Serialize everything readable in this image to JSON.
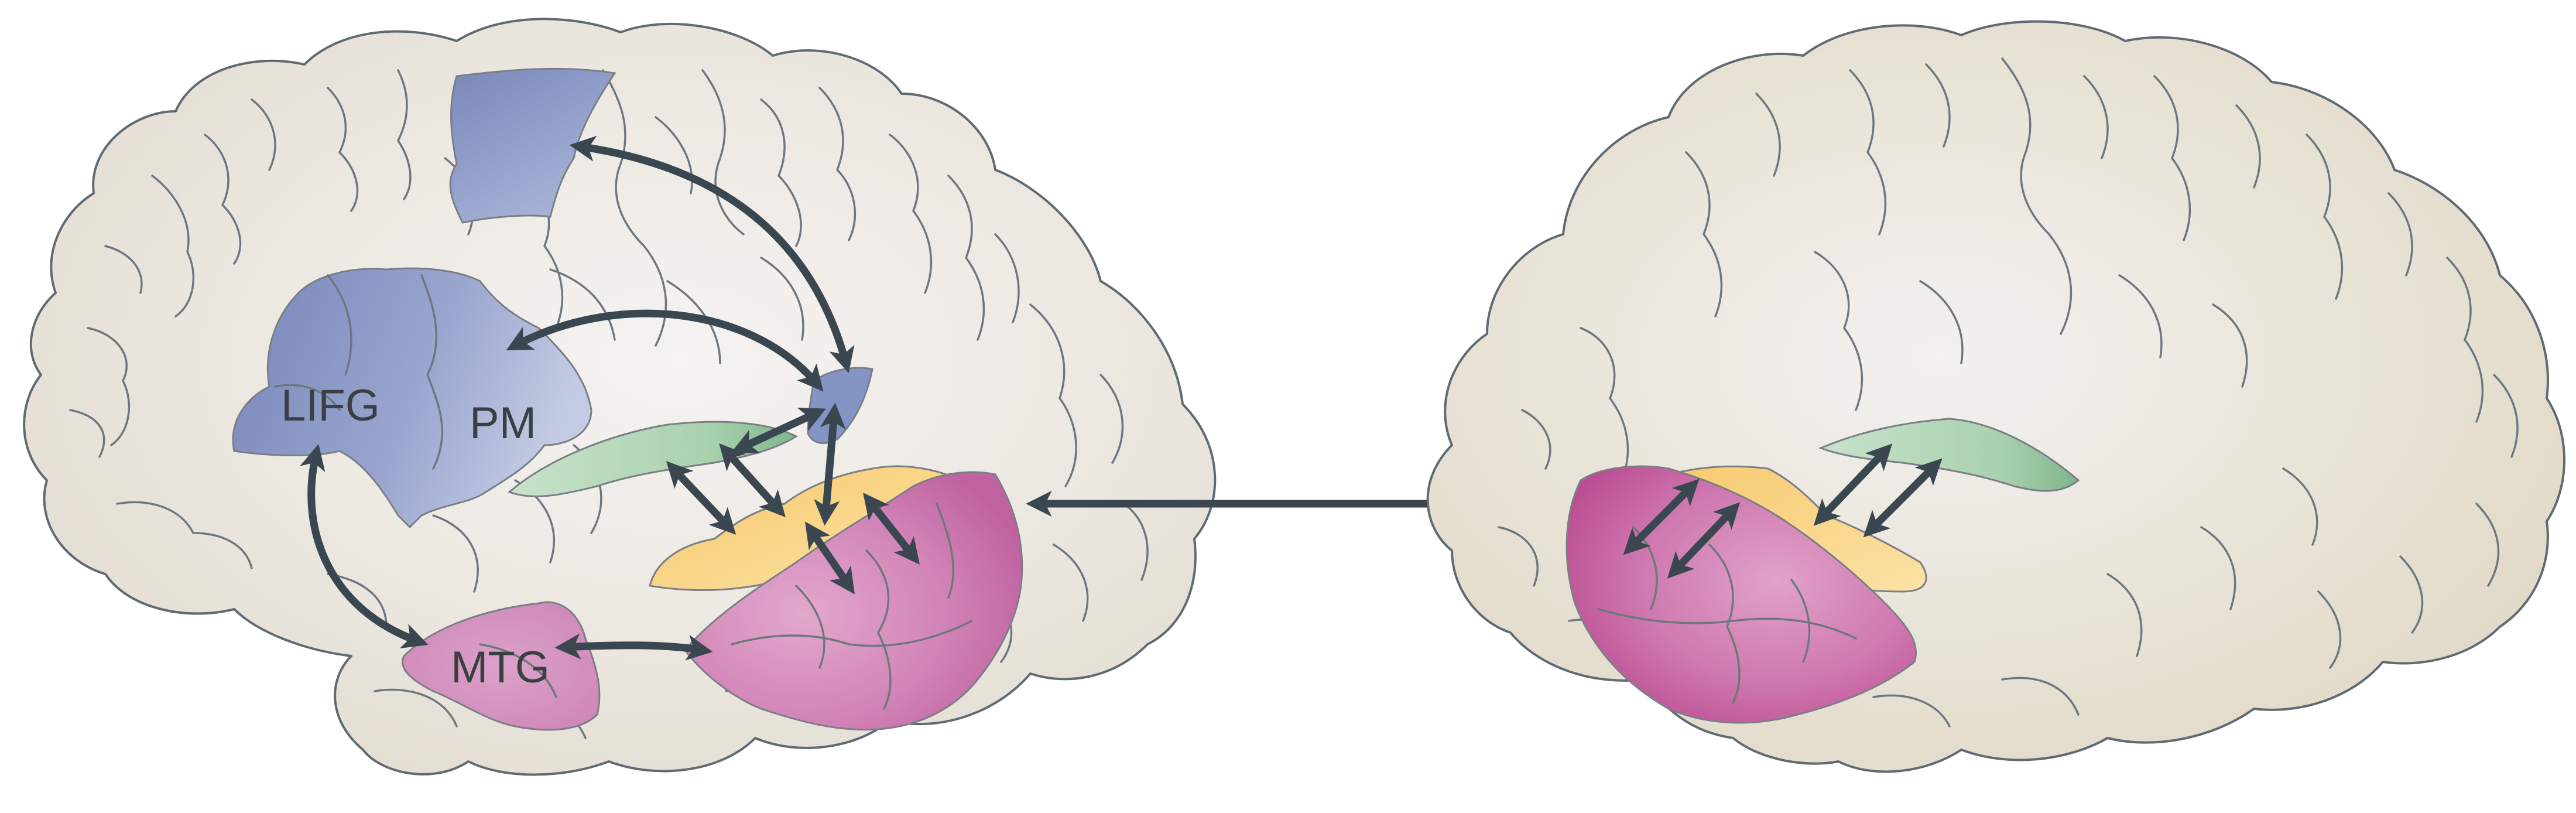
{
  "diagram": {
    "labels": {
      "lifg": "LIFG",
      "pm": "PM",
      "mtg": "MTG"
    },
    "colors": {
      "brain_left": "#ece8e1",
      "brain_right": "#e8e2d4",
      "frontal_blue": "#8b9ac4",
      "superior_temporal_green": "#9fc9a6",
      "auditory_yellow": "#f7cf7d",
      "temporal_magenta": "#c969a3",
      "mtg_pink": "#d38fbd",
      "arrow": "#3b4750"
    }
  }
}
